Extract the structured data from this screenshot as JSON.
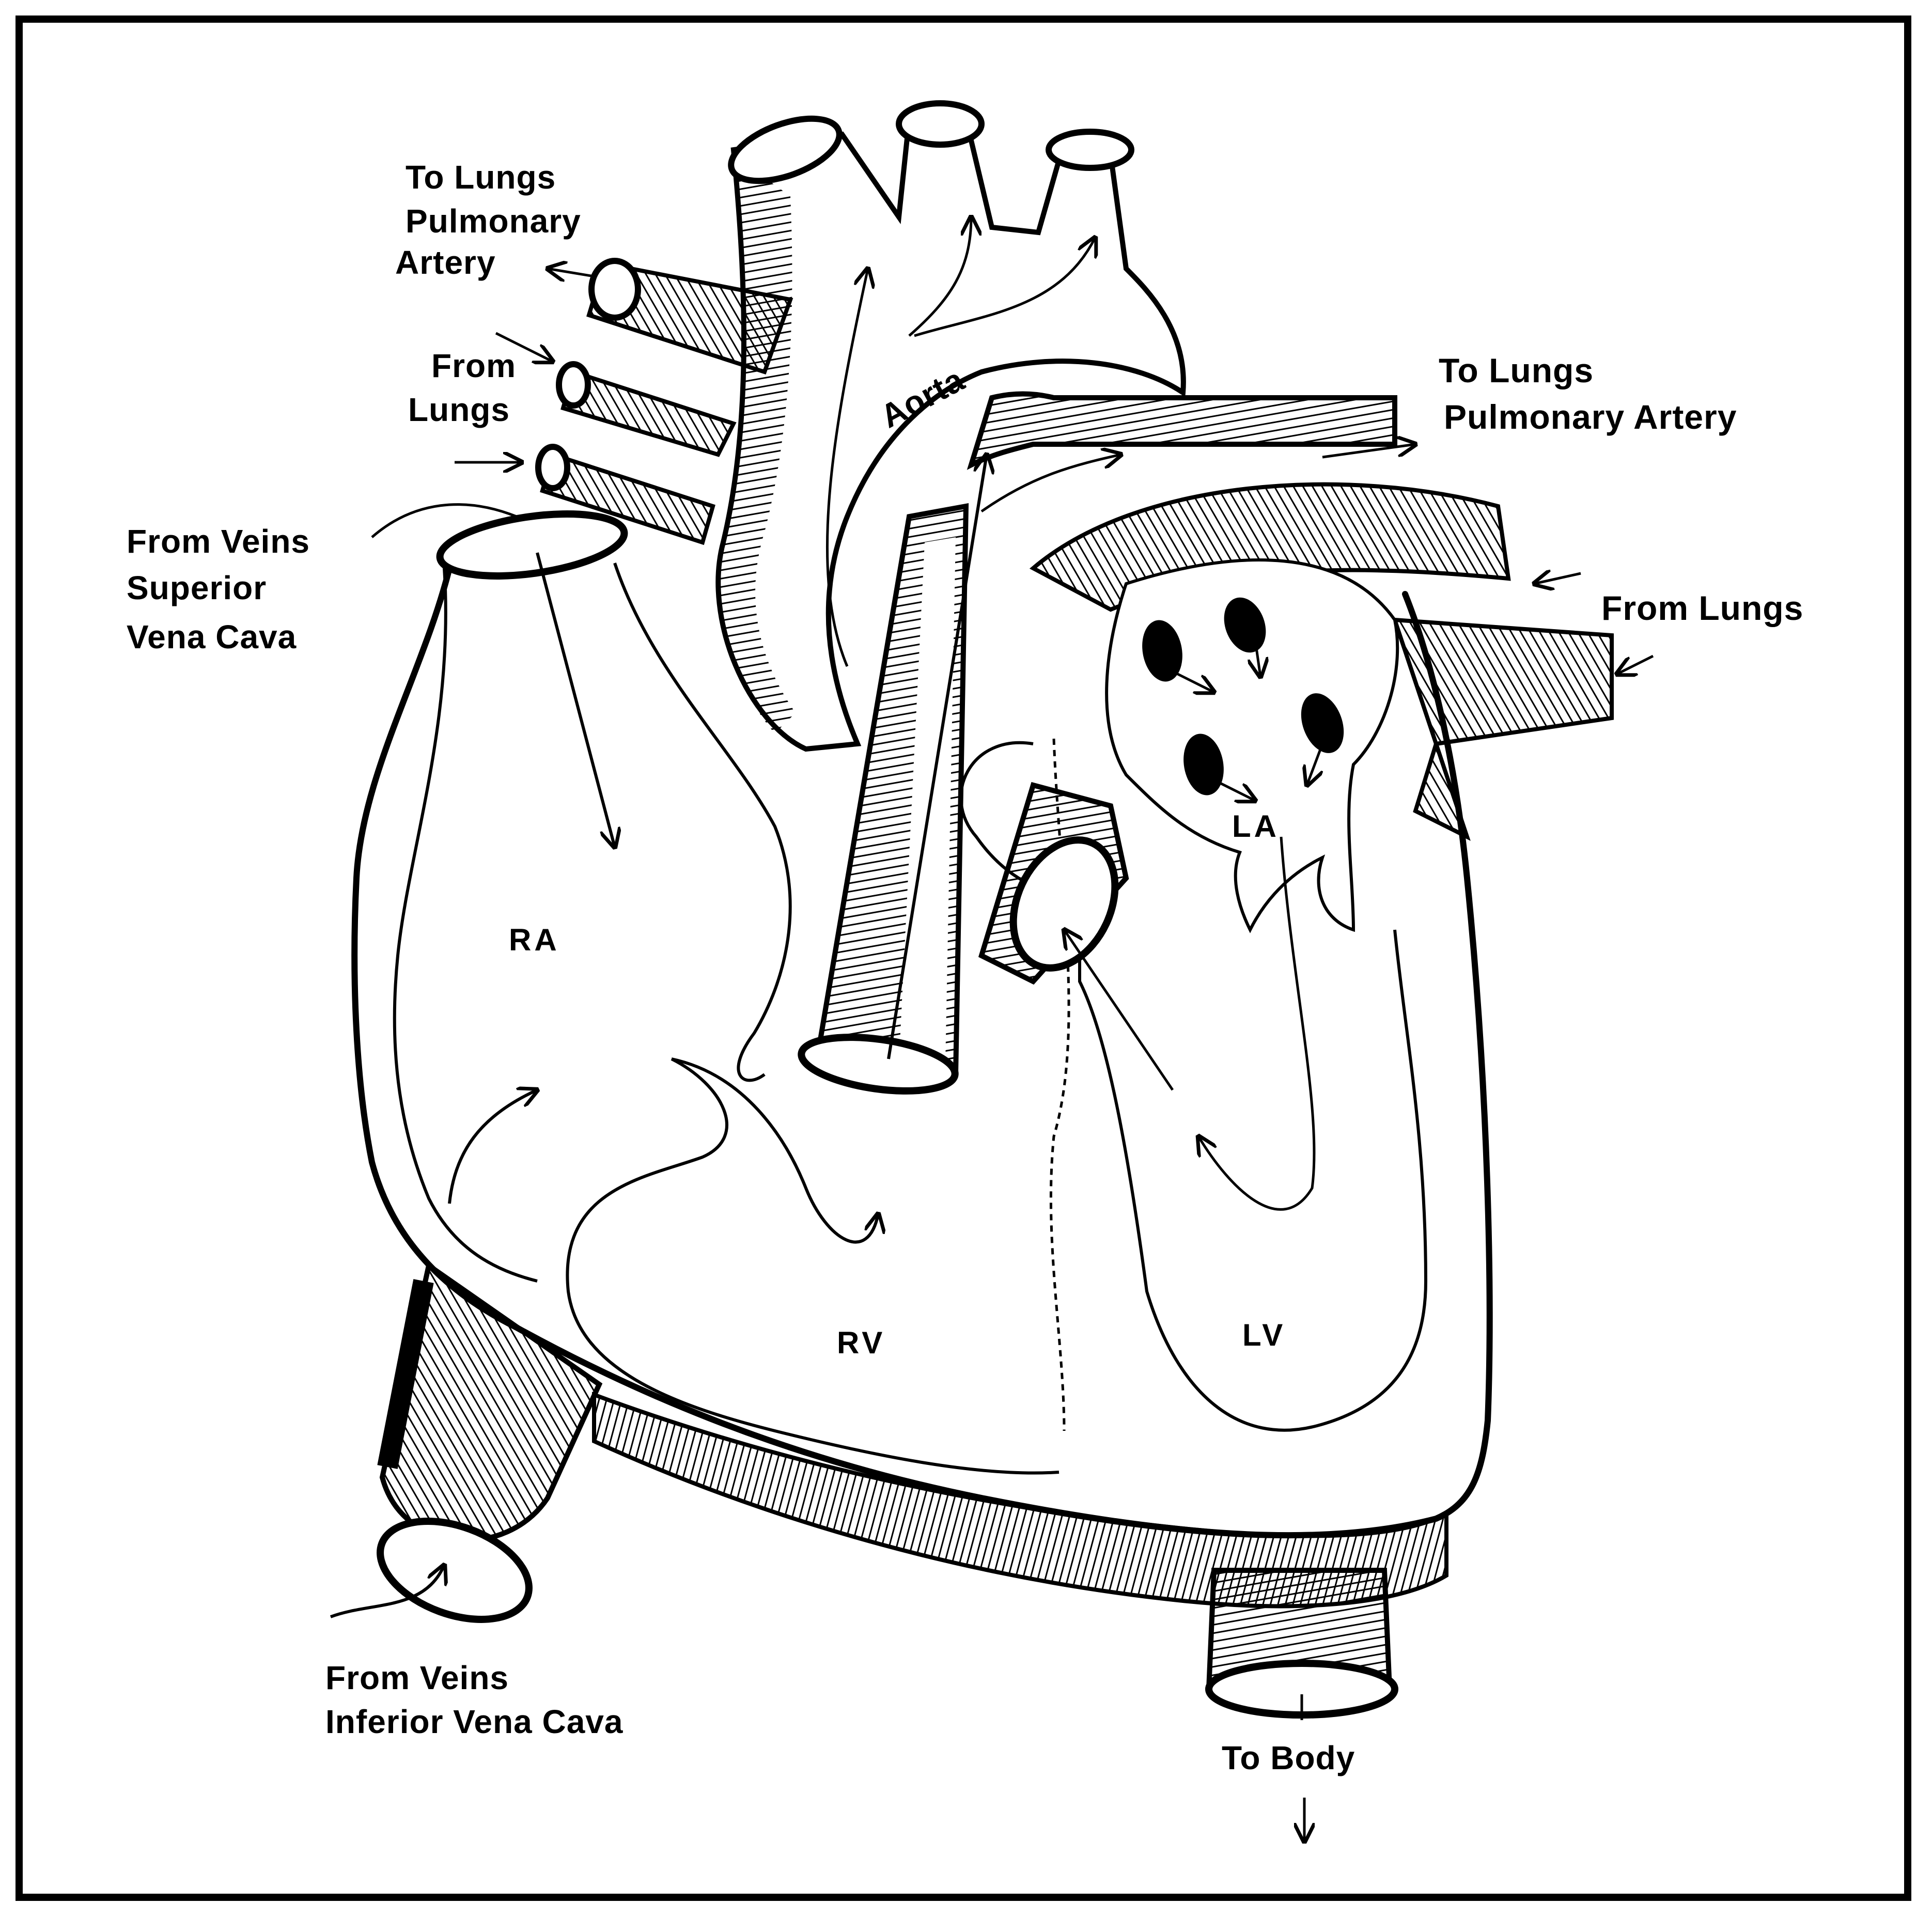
{
  "colors": {
    "ink": "#000000",
    "paper": "#ffffff"
  },
  "labels": {
    "to_lungs_left_line1": "To Lungs",
    "to_lungs_left_line2": "Pulmonary",
    "to_lungs_left_line3": "Artery",
    "from_lungs_left_line1": "From",
    "from_lungs_left_line2": "Lungs",
    "svc_line1": "From Veins",
    "svc_line2": "Superior",
    "svc_line3": "Vena Cava",
    "aorta": "Aorta",
    "to_lungs_right_line1": "To Lungs",
    "to_lungs_right_line2": "Pulmonary Artery",
    "from_lungs_right": "From Lungs",
    "ivc_line1": "From Veins",
    "ivc_line2": "Inferior Vena Cava",
    "to_body": "To Body"
  },
  "chambers": {
    "ra": "RA",
    "rv": "RV",
    "la": "LA",
    "lv": "LV"
  }
}
